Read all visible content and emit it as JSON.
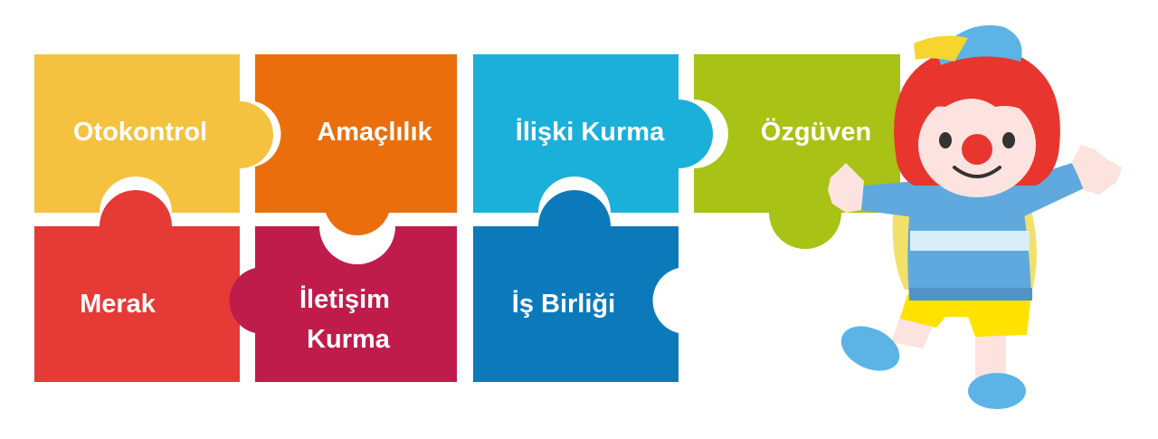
{
  "pieces": [
    {
      "id": "otokontrol",
      "lines": [
        "Otokontrol"
      ],
      "color": "#F4C23F"
    },
    {
      "id": "amaclilik",
      "lines": [
        "Amaçlılık"
      ],
      "color": "#EA6F0C"
    },
    {
      "id": "merak",
      "lines": [
        "Merak"
      ],
      "color": "#E53A36"
    },
    {
      "id": "iletisim-kurma",
      "lines": [
        "İletişim",
        "Kurma"
      ],
      "color": "#BF1C4C"
    },
    {
      "id": "iliski-kurma",
      "lines": [
        "İlişki Kurma"
      ],
      "color": "#1AB0DA"
    },
    {
      "id": "ozguven",
      "lines": [
        "Özgüven"
      ],
      "color": "#A8C215"
    },
    {
      "id": "is-birligi",
      "lines": [
        "İş Birliği"
      ],
      "color": "#0C7ABA"
    }
  ],
  "mascot": {
    "hair_color": "#E8362E",
    "cap_color": "#5BB4E5",
    "shirt_color": "#5FA9DF",
    "pants_color": "#FFE200",
    "nose_color": "#E8362E"
  }
}
